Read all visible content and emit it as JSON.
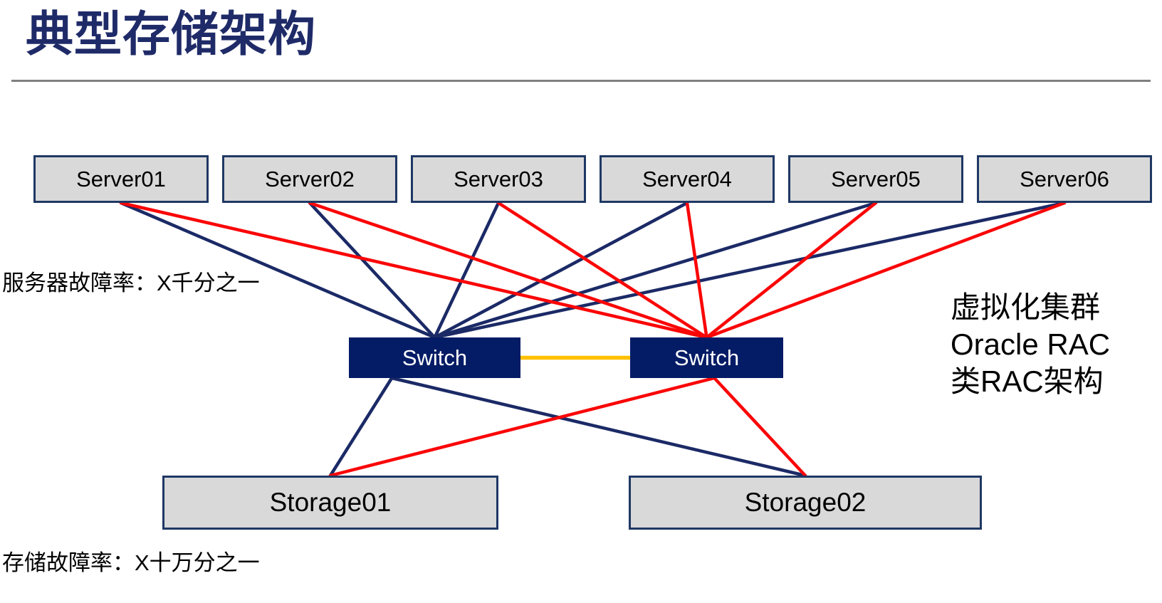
{
  "page": {
    "title": "典型存储架构"
  },
  "annotations": {
    "server_failure_rate": "服务器故障率：X千分之一",
    "storage_failure_rate": "存储故障率：X十万分之一",
    "cluster_note_lines": [
      "虚拟化集群",
      "Oracle RAC",
      "类RAC架构"
    ]
  },
  "diagram": {
    "servers": [
      {
        "id": "server01",
        "label": "Server01"
      },
      {
        "id": "server02",
        "label": "Server02"
      },
      {
        "id": "server03",
        "label": "Server03"
      },
      {
        "id": "server04",
        "label": "Server04"
      },
      {
        "id": "server05",
        "label": "Server05"
      },
      {
        "id": "server06",
        "label": "Server06"
      }
    ],
    "switches": [
      {
        "id": "switch-left",
        "label": "Switch"
      },
      {
        "id": "switch-right",
        "label": "Switch"
      }
    ],
    "storages": [
      {
        "id": "storage01",
        "label": "Storage01"
      },
      {
        "id": "storage02",
        "label": "Storage02"
      }
    ],
    "colors": {
      "navy": "#1B2A66",
      "red": "#FA0606",
      "yellow": "#FFC000"
    },
    "edges": [
      {
        "from": "server01",
        "to": "switch-left",
        "color": "navy",
        "from_anchor": {
          "side": "bottom",
          "frac": 0.5
        },
        "to_anchor": {
          "side": "top",
          "frac": 0.5
        }
      },
      {
        "from": "server02",
        "to": "switch-left",
        "color": "navy",
        "from_anchor": {
          "side": "bottom",
          "frac": 0.5
        },
        "to_anchor": {
          "side": "top",
          "frac": 0.5
        }
      },
      {
        "from": "server03",
        "to": "switch-left",
        "color": "navy",
        "from_anchor": {
          "side": "bottom",
          "frac": 0.5
        },
        "to_anchor": {
          "side": "top",
          "frac": 0.5
        }
      },
      {
        "from": "server04",
        "to": "switch-left",
        "color": "navy",
        "from_anchor": {
          "side": "bottom",
          "frac": 0.5
        },
        "to_anchor": {
          "side": "top",
          "frac": 0.5
        }
      },
      {
        "from": "server05",
        "to": "switch-left",
        "color": "navy",
        "from_anchor": {
          "side": "bottom",
          "frac": 0.5
        },
        "to_anchor": {
          "side": "top",
          "frac": 0.5
        }
      },
      {
        "from": "server06",
        "to": "switch-left",
        "color": "navy",
        "from_anchor": {
          "side": "bottom",
          "frac": 0.5
        },
        "to_anchor": {
          "side": "top",
          "frac": 0.5
        }
      },
      {
        "from": "switch-left",
        "to": "storage01",
        "color": "navy",
        "from_anchor": {
          "side": "bottom",
          "frac": 0.25
        },
        "to_anchor": {
          "side": "top",
          "frac": 0.5
        }
      },
      {
        "from": "switch-left",
        "to": "storage02",
        "color": "navy",
        "from_anchor": {
          "side": "bottom",
          "frac": 0.25
        },
        "to_anchor": {
          "side": "top",
          "frac": 0.5
        }
      },
      {
        "from": "server01",
        "to": "switch-right",
        "color": "red",
        "from_anchor": {
          "side": "bottom",
          "frac": 0.5
        },
        "to_anchor": {
          "side": "top",
          "frac": 0.5
        }
      },
      {
        "from": "server02",
        "to": "switch-right",
        "color": "red",
        "from_anchor": {
          "side": "bottom",
          "frac": 0.5
        },
        "to_anchor": {
          "side": "top",
          "frac": 0.5
        }
      },
      {
        "from": "server03",
        "to": "switch-right",
        "color": "red",
        "from_anchor": {
          "side": "bottom",
          "frac": 0.5
        },
        "to_anchor": {
          "side": "top",
          "frac": 0.5
        }
      },
      {
        "from": "server04",
        "to": "switch-right",
        "color": "red",
        "from_anchor": {
          "side": "bottom",
          "frac": 0.5
        },
        "to_anchor": {
          "side": "top",
          "frac": 0.5
        }
      },
      {
        "from": "server05",
        "to": "switch-right",
        "color": "red",
        "from_anchor": {
          "side": "bottom",
          "frac": 0.5
        },
        "to_anchor": {
          "side": "top",
          "frac": 0.5
        }
      },
      {
        "from": "server06",
        "to": "switch-right",
        "color": "red",
        "from_anchor": {
          "side": "bottom",
          "frac": 0.5
        },
        "to_anchor": {
          "side": "top",
          "frac": 0.5
        }
      },
      {
        "from": "switch-right",
        "to": "storage01",
        "color": "red",
        "from_anchor": {
          "side": "bottom",
          "frac": 0.55
        },
        "to_anchor": {
          "side": "top",
          "frac": 0.5
        }
      },
      {
        "from": "switch-right",
        "to": "storage02",
        "color": "red",
        "from_anchor": {
          "side": "bottom",
          "frac": 0.55
        },
        "to_anchor": {
          "side": "top",
          "frac": 0.5
        }
      },
      {
        "from": "switch-left",
        "to": "switch-right",
        "color": "yellow",
        "from_anchor": {
          "side": "right",
          "frac": 0.5
        },
        "to_anchor": {
          "side": "left",
          "frac": 0.5
        }
      }
    ]
  }
}
